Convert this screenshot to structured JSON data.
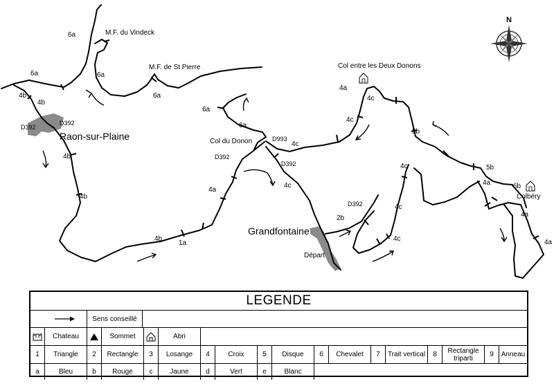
{
  "map": {
    "towns": {
      "raon": "Raon-sur-Plaine",
      "grandfontaine": "Grandfontaine"
    },
    "places": {
      "vindeck": "M.F. du Vindeck",
      "st_pierre": "M.F. de St Pierre",
      "col_donon": "Col du Donon",
      "col_deux_donons": "Col entre les Deux Donons",
      "colbery": "Colbéry",
      "depart": "Départ"
    },
    "roads": {
      "d392": "D392",
      "d993": "D993"
    },
    "markers": {
      "6a": "6a",
      "4a": "4a",
      "4b": "4b",
      "4c": "4c",
      "5b": "5b",
      "6b": "6b",
      "2b": "2b",
      "1a": "1a"
    },
    "compass_north": "N",
    "colors": {
      "trail": "#000000",
      "town_fill": "#8a8a8a"
    }
  },
  "legend": {
    "title": "LEGENDE",
    "sens": "Sens conseillé",
    "chateau": "Chateau",
    "sommet": "Sommet",
    "abri": "Abri",
    "shapes": [
      {
        "num": "1",
        "name": "Triangle"
      },
      {
        "num": "2",
        "name": "Rectangle"
      },
      {
        "num": "3",
        "name": "Losange"
      },
      {
        "num": "4",
        "name": "Croix"
      },
      {
        "num": "5",
        "name": "Disque"
      },
      {
        "num": "6",
        "name": "Chevalet"
      },
      {
        "num": "7",
        "name": "Trait vertical"
      },
      {
        "num": "8",
        "name": "Rectangle triparti"
      },
      {
        "num": "9",
        "name": "Anneau"
      }
    ],
    "colors": [
      {
        "code": "a",
        "name": "Bleu"
      },
      {
        "code": "b",
        "name": "Rouge"
      },
      {
        "code": "c",
        "name": "Jaune"
      },
      {
        "code": "d",
        "name": "Vert"
      },
      {
        "code": "e",
        "name": "Blanc"
      }
    ]
  }
}
